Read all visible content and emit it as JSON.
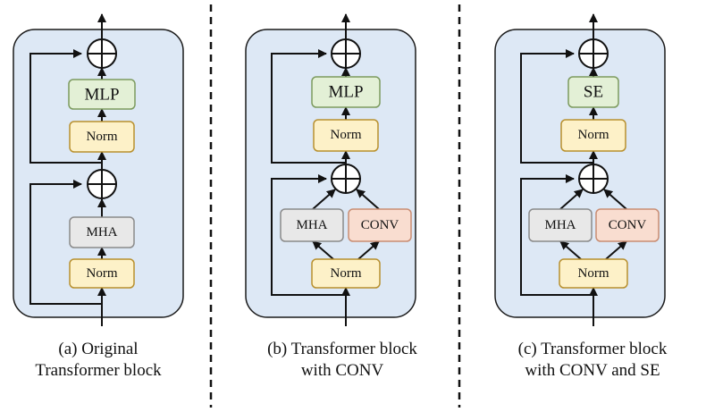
{
  "colors": {
    "panel_fill": "#dde8f5",
    "panel_stroke": "#1a1a1a",
    "norm_fill": "#fdf1c8",
    "norm_stroke": "#b8902e",
    "mlp_fill": "#e3f0d6",
    "mlp_stroke": "#7c9a5e",
    "mha_fill": "#e8e8e8",
    "mha_stroke": "#8a8a8a",
    "conv_fill": "#f9ddd0",
    "conv_stroke": "#c98d73",
    "arrow": "#111111"
  },
  "panels": [
    {
      "id": "a",
      "labels": {
        "top_block": "MLP",
        "norm_top": "Norm",
        "attention": "MHA",
        "norm_bottom": "Norm"
      },
      "caption": {
        "line1": "(a) Original",
        "line2": "Transformer block"
      }
    },
    {
      "id": "b",
      "labels": {
        "top_block": "MLP",
        "norm_top": "Norm",
        "attention": "MHA",
        "conv": "CONV",
        "norm_bottom": "Norm"
      },
      "caption": {
        "line1": "(b) Transformer block",
        "line2": "with CONV"
      }
    },
    {
      "id": "c",
      "labels": {
        "top_block": "SE",
        "norm_top": "Norm",
        "attention": "MHA",
        "conv": "CONV",
        "norm_bottom": "Norm"
      },
      "caption": {
        "line1": "(c) Transformer block",
        "line2": "with CONV and SE"
      }
    }
  ]
}
